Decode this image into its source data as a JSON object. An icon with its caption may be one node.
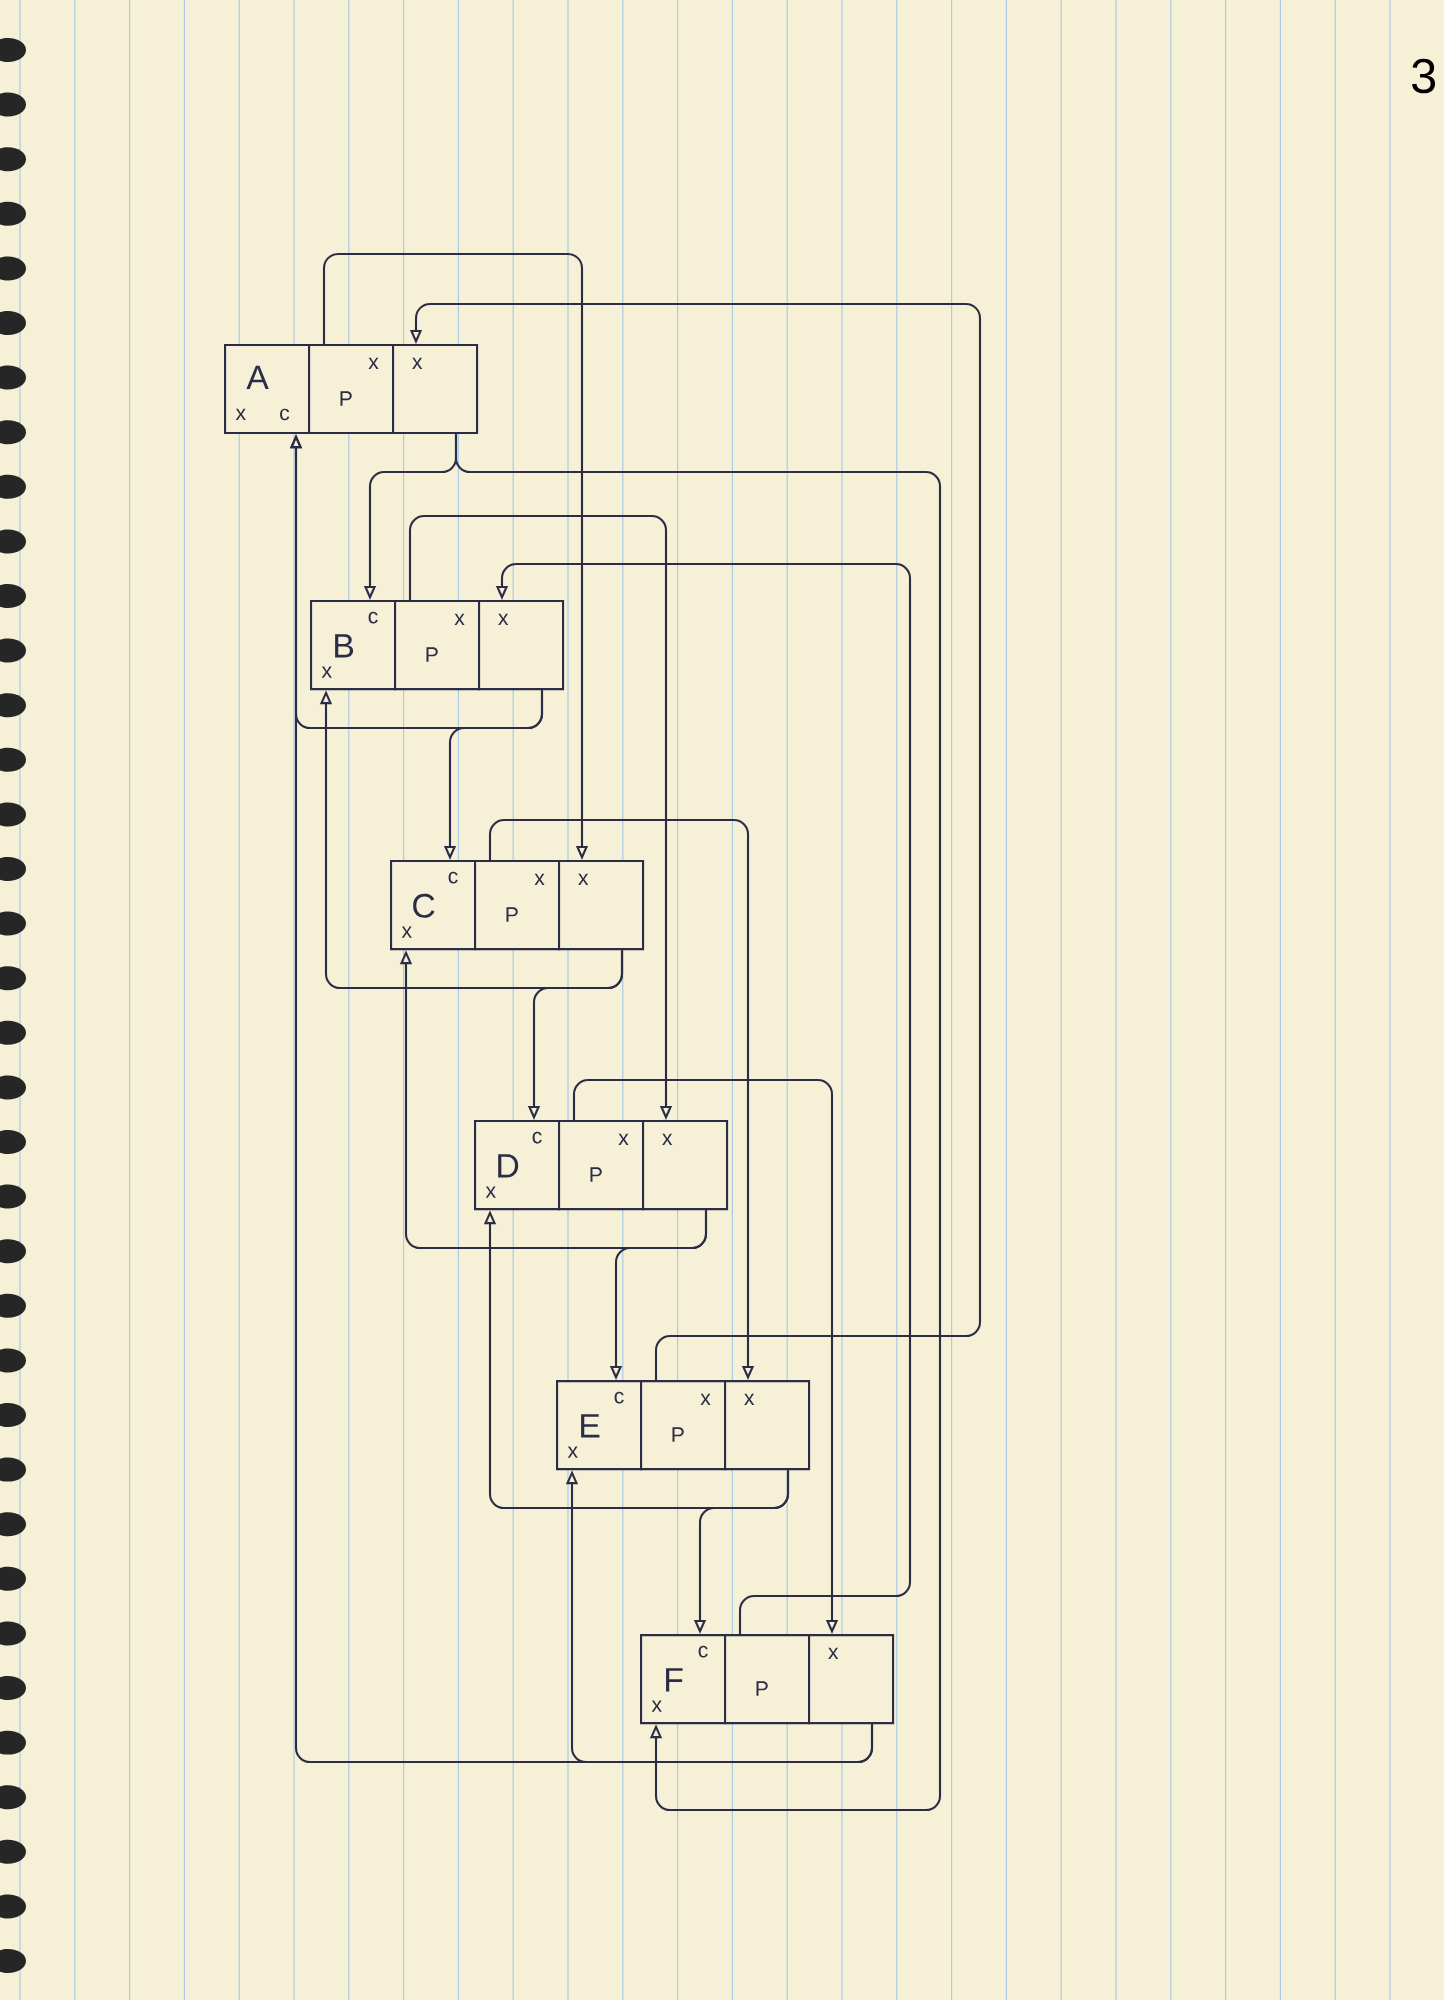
{
  "diagram": {
    "nodes": [
      {
        "text": [
          "A",
          "x",
          "c"
        ]
      },
      {
        "text": [
          "x",
          "P"
        ]
      },
      {
        "text": [
          "x"
        ]
      },
      {
        "text": [
          "c",
          "B",
          "x"
        ]
      },
      {
        "text": [
          "x",
          "P"
        ]
      },
      {
        "text": [
          "x"
        ]
      },
      {
        "text": [
          "c",
          "C",
          "x"
        ]
      },
      {
        "text": [
          "x",
          "P"
        ]
      },
      {
        "text": [
          "x"
        ]
      },
      {
        "text": [
          "c",
          "D",
          "x"
        ]
      },
      {
        "text": [
          "x",
          "P"
        ]
      },
      {
        "text": [
          "x"
        ]
      },
      {
        "text": [
          "c",
          "E",
          "x"
        ]
      },
      {
        "text": [
          "x",
          "P"
        ]
      },
      {
        "text": [
          "x"
        ]
      },
      {
        "text": [
          "c",
          "F",
          "x"
        ]
      },
      {
        "text": [
          "P"
        ]
      },
      {
        "text": [
          "x"
        ]
      }
    ],
    "edges": [
      {
        "from": 2,
        "to": 3,
        "arrow": "to"
      },
      {
        "from": 5,
        "to": 0,
        "arrow": "to"
      },
      {
        "from": 5,
        "to": 6,
        "arrow": "to"
      },
      {
        "from": 8,
        "to": 3,
        "arrow": "to"
      },
      {
        "from": 8,
        "to": 9,
        "arrow": "to"
      },
      {
        "from": 11,
        "to": 6,
        "arrow": "to"
      },
      {
        "from": 11,
        "to": 12,
        "arrow": "to"
      },
      {
        "from": 14,
        "to": 9,
        "arrow": "to"
      },
      {
        "from": 14,
        "to": 15,
        "arrow": "to"
      },
      {
        "from": 17,
        "to": 12,
        "arrow": "to"
      },
      {
        "from": 17,
        "to": 0,
        "arrow": "to"
      },
      {
        "from": 2,
        "to": 15,
        "arrow": "to"
      },
      {
        "from": 1,
        "to": 8,
        "arrow": "to"
      },
      {
        "from": 4,
        "to": 11,
        "arrow": "to"
      },
      {
        "from": 7,
        "to": 14,
        "arrow": "to"
      },
      {
        "from": 10,
        "to": 17,
        "arrow": "to"
      },
      {
        "from": 13,
        "to": 2,
        "arrow": "to"
      },
      {
        "from": 16,
        "to": 5,
        "arrow": "to"
      }
    ],
    "labels": [
      "3"
    ]
  }
}
